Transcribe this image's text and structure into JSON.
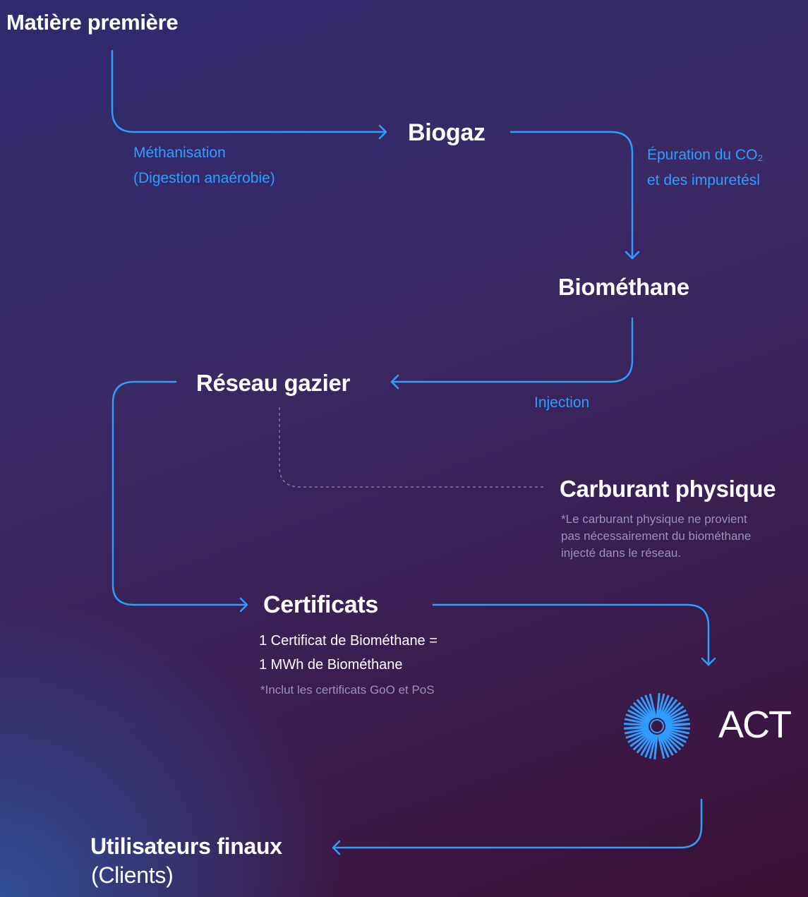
{
  "nodes": {
    "matiere": "Matière première",
    "biogaz": "Biogaz",
    "biomethane": "Biométhane",
    "reseau": "Réseau gazier",
    "carburant": "Carburant physique",
    "certificats": "Certificats",
    "act": "ACT",
    "utilisateurs": "Utilisateurs finaux",
    "clients": "(Clients)"
  },
  "labels": {
    "methanisation": [
      "Méthanisation",
      "(Digestion anaérobie)"
    ],
    "epuration": [
      "Épuration du CO₂",
      "et des impuretésl"
    ],
    "injection": "Injection"
  },
  "notes": {
    "carburant": [
      "*Le carburant physique ne provient",
      "pas nécessairement du biométhane",
      "injecté dans le réseau."
    ],
    "certificats_eq": [
      "1 Certificat de Biométhane =",
      "1 MWh de Biométhane"
    ],
    "certificats_incl": "*Inclut les certificats GoO et PoS"
  },
  "colors": {
    "arrow": "#2f9cff",
    "text": "#ffffff",
    "note": "#9a93b3",
    "dashed": "#8f88a8",
    "logo": "#2f9cff"
  },
  "icons": {
    "logo": "act-sunburst-logo"
  }
}
